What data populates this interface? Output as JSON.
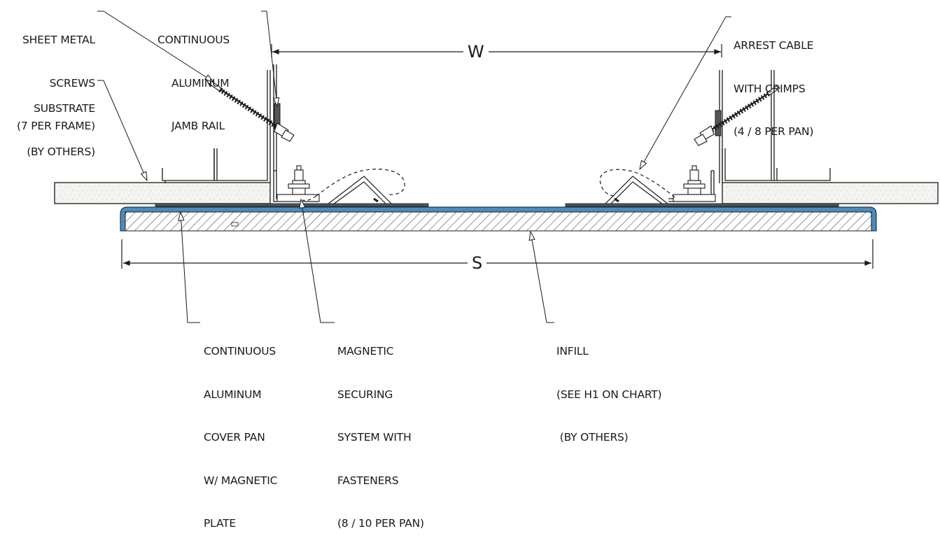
{
  "colors": {
    "line": "#1a1a1a",
    "cover_pan": "#4a8cc2",
    "substrate_fill": "#f2f2ee",
    "hatch": "#333333"
  },
  "labels": {
    "sheet_metal_screws": [
      "SHEET METAL",
      "SCREWS",
      "(7 PER FRAME)"
    ],
    "jamb_rail": [
      "CONTINUOUS",
      "ALUMINUM",
      "JAMB RAIL"
    ],
    "substrate": [
      "SUBSTRATE",
      "(BY OTHERS)"
    ],
    "arrest_cable": [
      "ARREST CABLE",
      "WITH CRIMPS",
      "(4 / 8 PER PAN)"
    ],
    "cover_pan": [
      "CONTINUOUS",
      "ALUMINUM",
      "COVER PAN",
      "W/ MAGNETIC",
      "PLATE"
    ],
    "magnetic_system": [
      "MAGNETIC",
      "SECURING",
      "SYSTEM WITH",
      "FASTENERS",
      "(8 / 10 PER PAN)"
    ],
    "infill": [
      "INFILL",
      "(SEE H1 ON CHART)",
      " (BY OTHERS)"
    ]
  },
  "dimensions": {
    "width_label": "W",
    "span_label": "S"
  }
}
